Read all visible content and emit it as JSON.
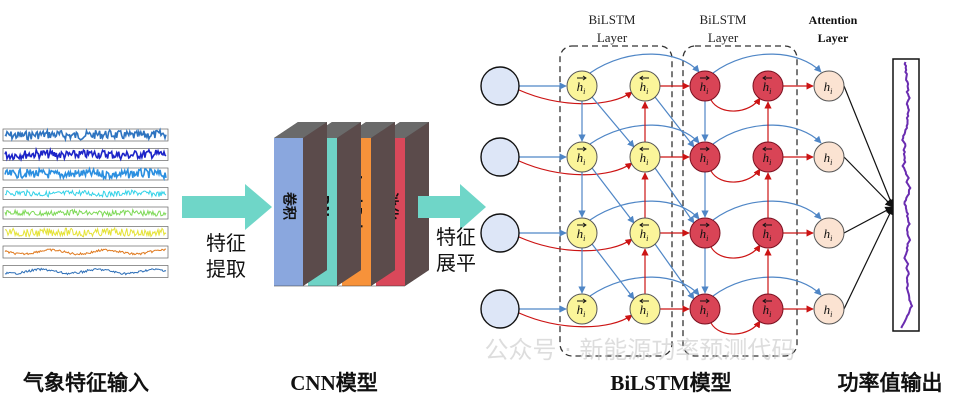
{
  "captions": {
    "input": "气象特征输入",
    "cnn": "CNN模型",
    "bilstm": "BiLSTM模型",
    "output": "功率值输出"
  },
  "arrows": {
    "extract_line1": "特征",
    "extract_line2": "提取",
    "flatten_line1": "特征",
    "flatten_line2": "展平"
  },
  "cnn_layers": [
    "卷积",
    "BN",
    "LeakRelu",
    "池化"
  ],
  "layer_labels": {
    "bilstm1_line1": "BiLSTM",
    "bilstm1_line2": "Layer",
    "bilstm2_line1": "BiLSTM",
    "bilstm2_line2": "Layer",
    "attention_line1": "Attention",
    "attention_line2": "Layer"
  },
  "node_symbols": {
    "forward": "h",
    "backward": "h",
    "subscript": "i",
    "attention": "h",
    "attention_subscript": "i"
  },
  "watermark": "公众号 · 新能源功率预测代码",
  "colors": {
    "arrow_teal": "#6fd6c8",
    "cnn_blue": "#8aa7de",
    "cnn_teal": "#6fd3c6",
    "cnn_orange": "#f7923a",
    "cnn_red": "#d9485a",
    "cnn_back": "#4a4a4a",
    "input_node": "#dde6f7",
    "forward_node": "#fbf59a",
    "backward_node_1": "#fbf59a",
    "layer2_node": "#d94456",
    "attention_node": "#fbe3d2",
    "blue_arrow": "#4f86c6",
    "red_arrow": "#cc1414",
    "output_curve": "#6a2cb0"
  },
  "input_series_colors": [
    "#2e74c0",
    "#1c24c8",
    "#2b8fe0",
    "#32d2e8",
    "#7ed957",
    "#e5e337",
    "#e07a1f",
    "#2d6fb8"
  ]
}
